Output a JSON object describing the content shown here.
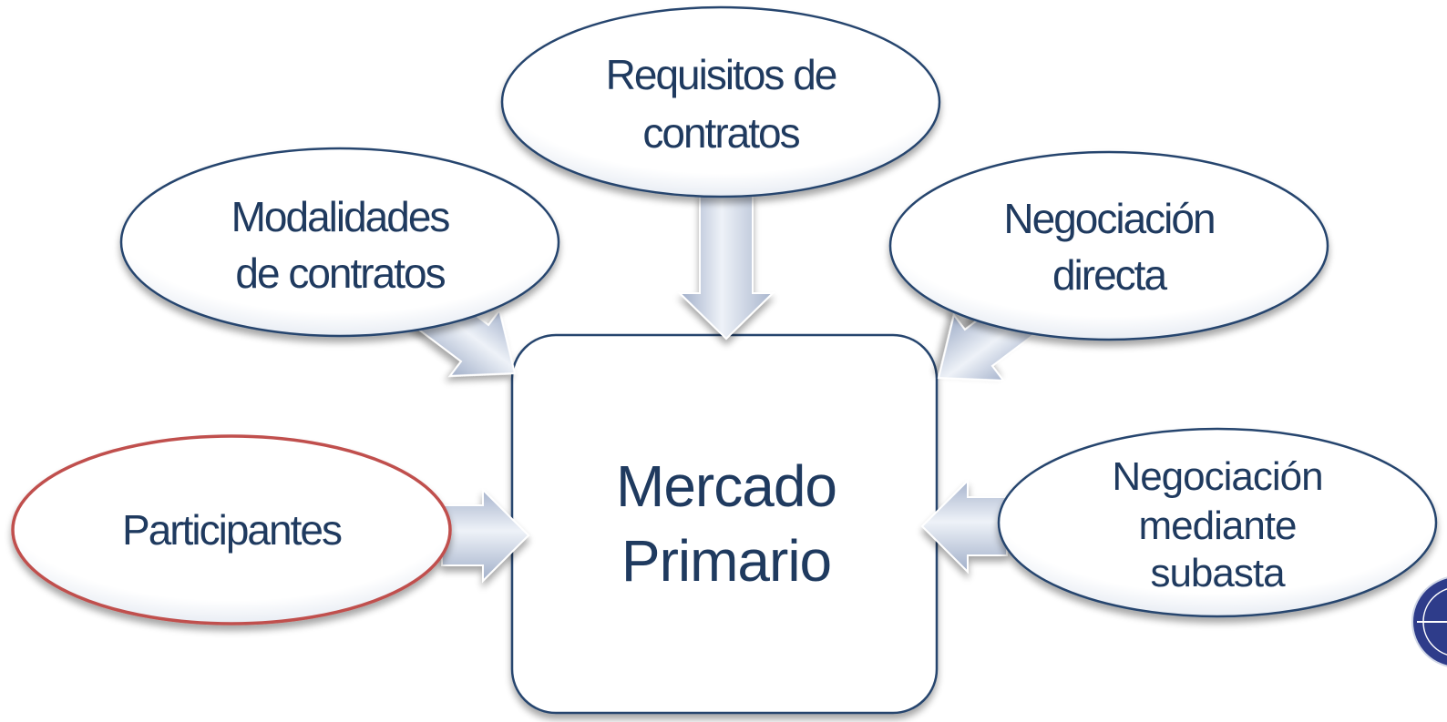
{
  "center": {
    "title_line1": "Mercado",
    "title_line2": "Primario"
  },
  "nodes": {
    "requisitos": {
      "line1": "Requisitos de",
      "line2": "contratos"
    },
    "modalidades": {
      "line1": "Modalidades",
      "line2": "de contratos"
    },
    "negociacion_directa": {
      "line1": "Negociación",
      "line2": "directa"
    },
    "participantes": {
      "line1": "Participantes"
    },
    "subasta": {
      "line1": "Negociación",
      "line2": "mediante",
      "line3": "subasta"
    }
  },
  "colors": {
    "text": "#1f3a5f",
    "node_border": "#26456e",
    "highlight_border": "#c0504d",
    "arrow_fill": "#b8c4da"
  }
}
